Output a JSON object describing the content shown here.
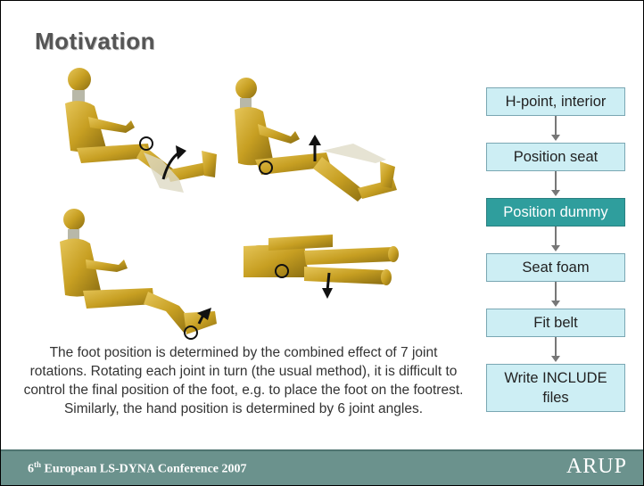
{
  "slide": {
    "title": "Motivation",
    "caption": "The foot position is determined by the combined effect of 7 joint rotations. Rotating each joint in turn (the usual method), it is difficult to control the final position of the foot, e.g. to place the foot on the footrest. Similarly, the hand position is determined by 6 joint angles."
  },
  "flowchart": {
    "steps": [
      {
        "label": "H-point, interior",
        "active": false
      },
      {
        "label": "Position seat",
        "active": false
      },
      {
        "label": "Position dummy",
        "active": true
      },
      {
        "label": "Seat foam",
        "active": false
      },
      {
        "label": "Fit belt",
        "active": false
      },
      {
        "label": "Write INCLUDE files",
        "active": false
      }
    ],
    "active_color": "#2f9e9d",
    "box_color": "#cdeef4"
  },
  "footer": {
    "conference_ordinal": "6",
    "conference_ordinal_suffix": "th",
    "conference_name": "European LS-DYNA Conference 2007",
    "logo": "ARUP",
    "background_color": "#6b928d"
  },
  "figures": {
    "dummy_color": "#c9a227",
    "arrow_color": "#111111"
  }
}
